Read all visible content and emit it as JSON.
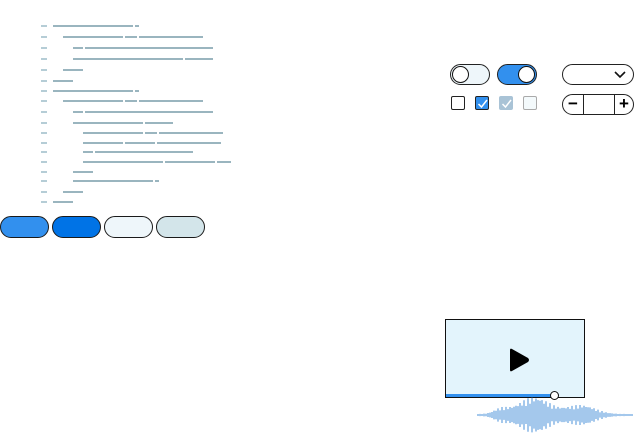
{
  "code_outline": {
    "lines": [
      {
        "indent": 0,
        "segments": [
          40,
          2
        ]
      },
      {
        "indent": 1,
        "segments": [
          30,
          6,
          32
        ]
      },
      {
        "indent": 2,
        "segments": [
          5,
          64
        ]
      },
      {
        "indent": 2,
        "segments": [
          55,
          14
        ]
      },
      {
        "indent": 1,
        "segments": [
          10
        ]
      },
      {
        "indent": 0,
        "segments": [
          10
        ]
      },
      {
        "indent": 0,
        "segments": [
          40,
          2
        ]
      },
      {
        "indent": 1,
        "segments": [
          30,
          6,
          32
        ]
      },
      {
        "indent": 2,
        "segments": [
          5,
          64
        ]
      },
      {
        "indent": 2,
        "segments": [
          35,
          14
        ]
      },
      {
        "indent": 3,
        "segments": [
          30,
          6,
          32
        ]
      },
      {
        "indent": 3,
        "segments": [
          20,
          15,
          32
        ]
      },
      {
        "indent": 3,
        "segments": [
          5,
          49
        ]
      },
      {
        "indent": 3,
        "segments": [
          40,
          25,
          7
        ]
      },
      {
        "indent": 2,
        "segments": [
          10
        ]
      },
      {
        "indent": 2,
        "segments": [
          40,
          2
        ]
      },
      {
        "indent": 1,
        "segments": [
          10
        ]
      },
      {
        "indent": 0,
        "segments": [
          10
        ]
      }
    ]
  },
  "buttons": [
    {
      "name": "primary-button",
      "color": "#3290ee"
    },
    {
      "name": "primary-pressed-button",
      "color": "#0073e6"
    },
    {
      "name": "secondary-button",
      "color": "#eef6fa"
    },
    {
      "name": "secondary-pressed-button",
      "color": "#d3e5ea"
    }
  ],
  "toggles": [
    {
      "on": false
    },
    {
      "on": true
    }
  ],
  "checkboxes": [
    {
      "state": "unchecked"
    },
    {
      "state": "checked"
    },
    {
      "state": "checked-disabled"
    },
    {
      "state": "unchecked-disabled"
    }
  ],
  "dropdown": {
    "icon": "chevron-down-icon"
  },
  "stepper": {
    "minus_label": "−",
    "plus_label": "+"
  },
  "video": {
    "icon": "play-icon",
    "progress": 0.78
  },
  "colors": {
    "accent": "#3290ee",
    "video_bg": "#e3f4fc",
    "waveform": "#4a90d9"
  }
}
